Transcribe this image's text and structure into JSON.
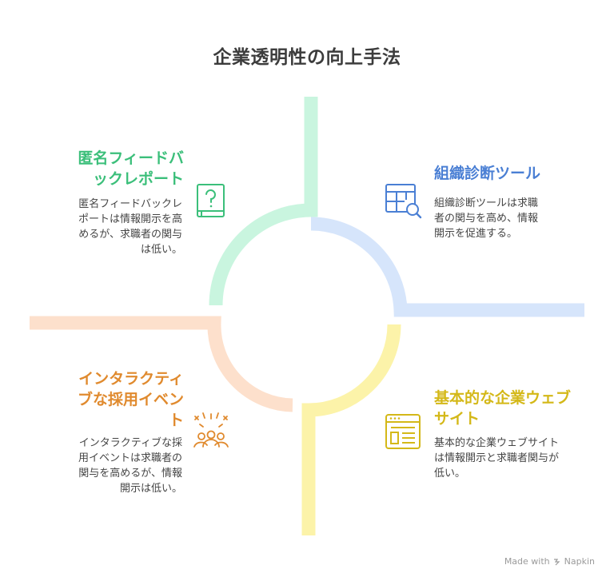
{
  "title": "企業透明性の向上手法",
  "quadrants": {
    "top_left": {
      "heading_line1": "匿名フィードバ",
      "heading_line2": "ックレポート",
      "desc_lines": [
        "匿名フィードバックレ",
        "ポートは情報開示を高",
        "めるが、求職者の関与",
        "は低い。"
      ],
      "color": "#3bbf7a",
      "icon": "question-book-icon"
    },
    "top_right": {
      "heading_line1": "組織診断ツール",
      "desc_lines": [
        "組織診断ツールは求職",
        "者の関与を高め、情報",
        "開示を促進する。"
      ],
      "color": "#4a7fd4",
      "icon": "table-search-icon"
    },
    "bottom_left": {
      "heading_line1": "インタラクティ",
      "heading_line2": "ブな採用イベン",
      "heading_line3": "ト",
      "desc_lines": [
        "インタラクティブな採",
        "用イベントは求職者の",
        "関与を高めるが、情報",
        "開示は低い。"
      ],
      "color": "#e08a2e",
      "icon": "people-celebration-icon"
    },
    "bottom_right": {
      "heading_line1": "基本的な企業ウェブ",
      "heading_line2": "サイト",
      "desc_lines": [
        "基本的な企業ウェブサイト",
        "は情報開示と求職者関与が",
        "低い。"
      ],
      "color": "#d4b818",
      "icon": "webpage-icon"
    }
  },
  "ring_colors": {
    "green": "#c9f5df",
    "blue": "#d6e5fb",
    "orange": "#fde0cc",
    "yellow": "#fcf3a9"
  },
  "footer": {
    "made_with": "Made with",
    "brand": "Napkin"
  }
}
